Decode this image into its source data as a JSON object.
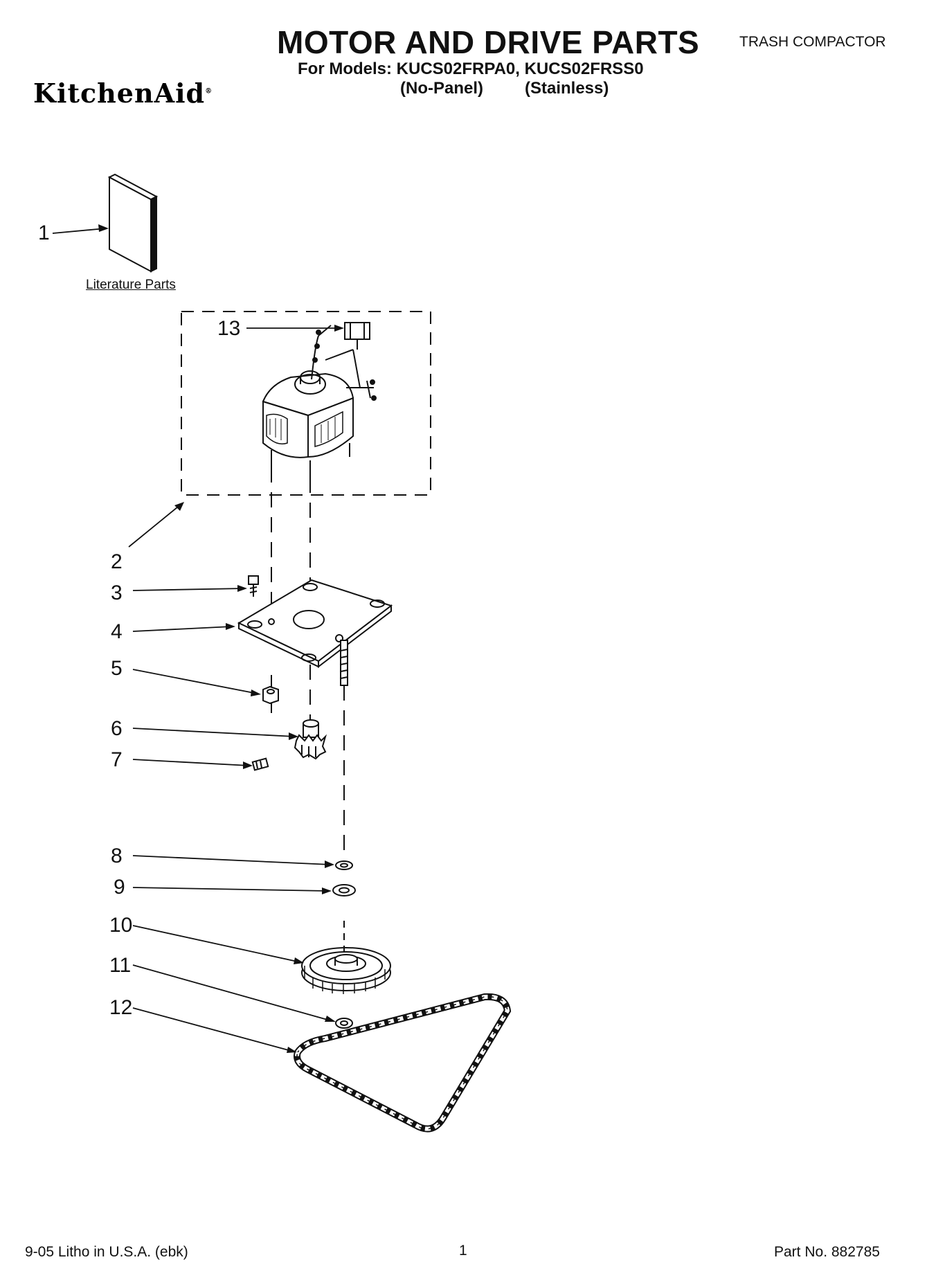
{
  "header": {
    "brand": "KitchenAid",
    "brand_mark": "®",
    "title": "MOTOR AND DRIVE PARTS",
    "models_line": "For Models: KUCS02FRPA0, KUCS02FRSS0",
    "variant_1": "(No-Panel)",
    "variant_2": "(Stainless)",
    "product_type": "TRASH COMPACTOR"
  },
  "diagram": {
    "literature_label": "Literature Parts",
    "callouts": [
      "1",
      "2",
      "3",
      "4",
      "5",
      "6",
      "7",
      "8",
      "9",
      "10",
      "11",
      "12",
      "13"
    ]
  },
  "footer": {
    "print_info": "9-05 Litho in U.S.A. (ebk)",
    "page_number": "1",
    "part_number": "Part No. 882785"
  }
}
